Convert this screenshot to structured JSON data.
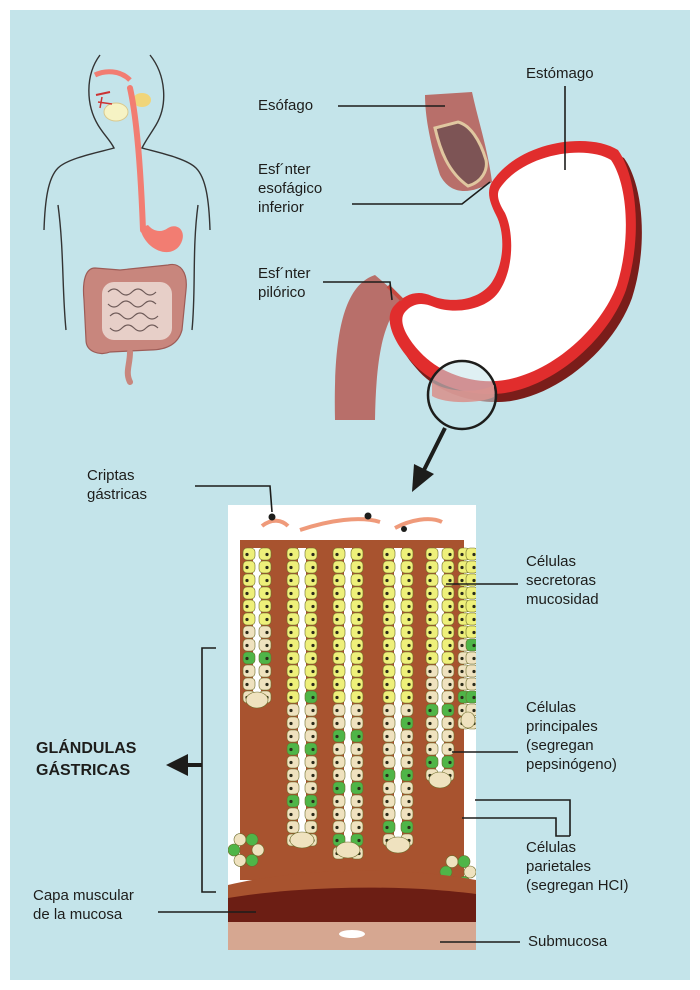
{
  "labels": {
    "estomago": "Estómago",
    "esofago": "Esófago",
    "esfinter_esofagico": "Esf´nter\nesofágico\ninferior",
    "esfinter_pilorico": "Esf´nter\npilórico",
    "criptas": "Criptas\ngástricas",
    "secretoras": "Células\nsecretoras\nmucosidad",
    "principales": "Células\nprincipales\n(segregan\npepsinógeno)",
    "parietales": "Células\nparietales\n(segregan HCI)",
    "glandulas": "GLÁNDULAS\nGÁSTRICAS",
    "capa_muscular": "Capa muscular\nde la mucosa",
    "submucosa": "Submucosa"
  },
  "colors": {
    "background": "#c4e4ea",
    "stomach_wall": "#e12d2d",
    "esophagus": "#b86f6a",
    "mucous_cell": "#eef07a",
    "chief_cell": "#efe2bf",
    "parietal_cell": "#4fb548",
    "lamina": "#a8532f",
    "muscularis": "#6c1e14",
    "submucosa": "#d6a791"
  },
  "icons": {
    "magnifier": "magnifier-circle-icon",
    "arrow_down": "arrow-down-icon",
    "arrow_left": "arrow-left-icon",
    "body": "digestive-system-silhouette-icon"
  }
}
